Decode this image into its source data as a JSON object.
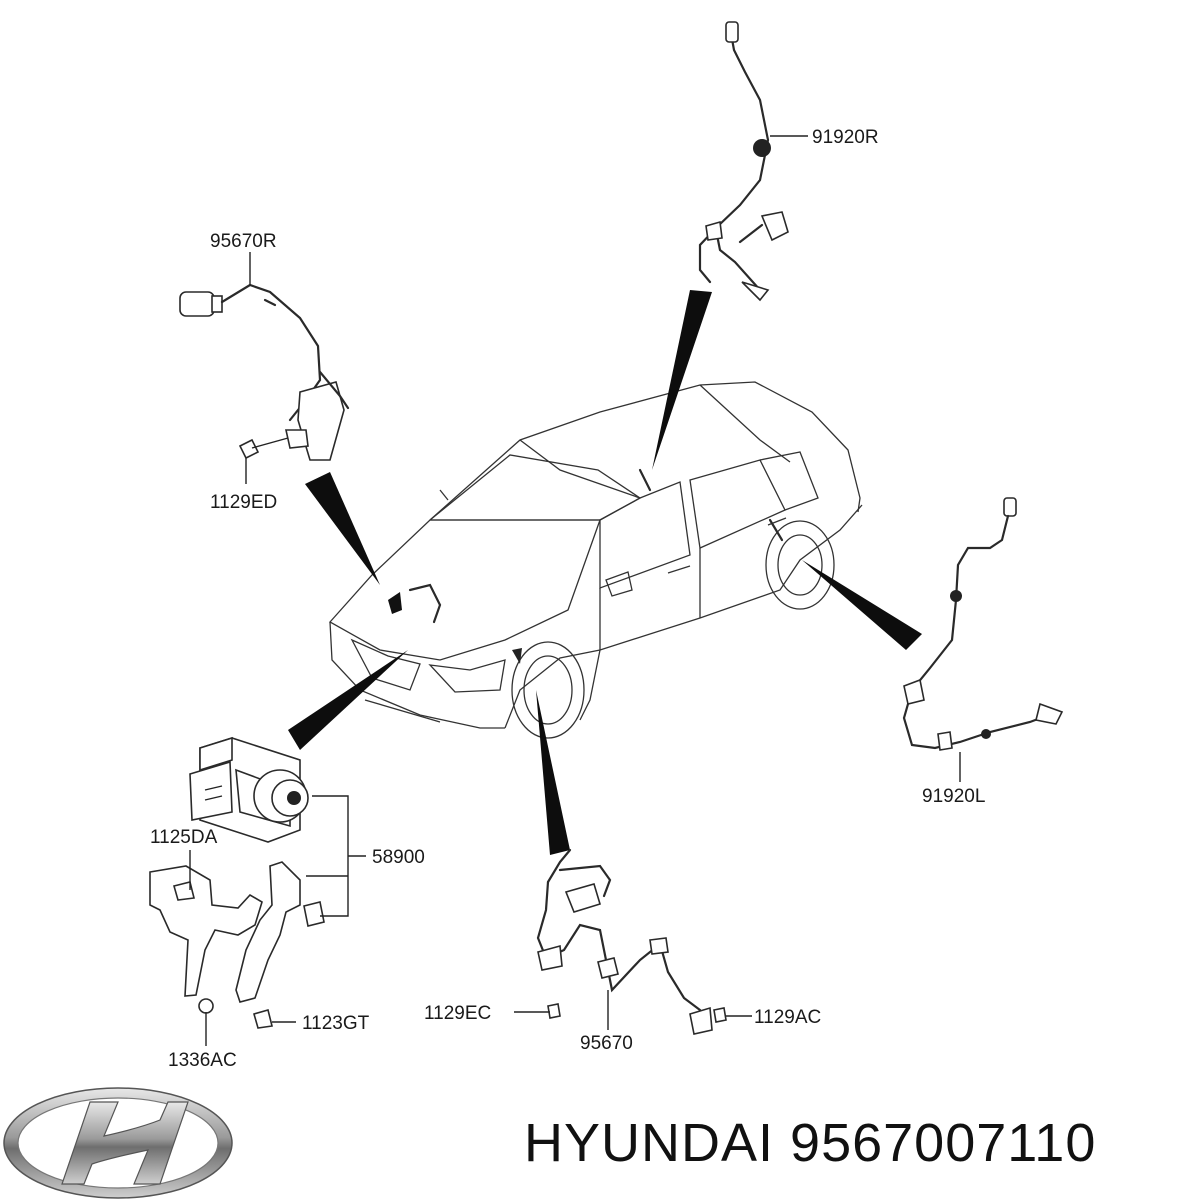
{
  "diagram": {
    "labels": {
      "sensor_rear_right": "91920R",
      "sensor_front_right": "95670R",
      "bolt_front_right": "1129ED",
      "sensor_rear_left": "91920L",
      "bracket_bolt_top": "1125DA",
      "abs_module": "58900",
      "bolt_bracket_bottom": "1123GT",
      "nut_bracket": "1336AC",
      "bolt_front_left_a": "1129EC",
      "sensor_front_left": "95670",
      "bolt_front_left_b": "1129AC"
    }
  },
  "footer": {
    "brand": "HYUNDAI",
    "part_number": "9567007110"
  },
  "icons": {
    "logo": "hyundai-logo-icon"
  }
}
